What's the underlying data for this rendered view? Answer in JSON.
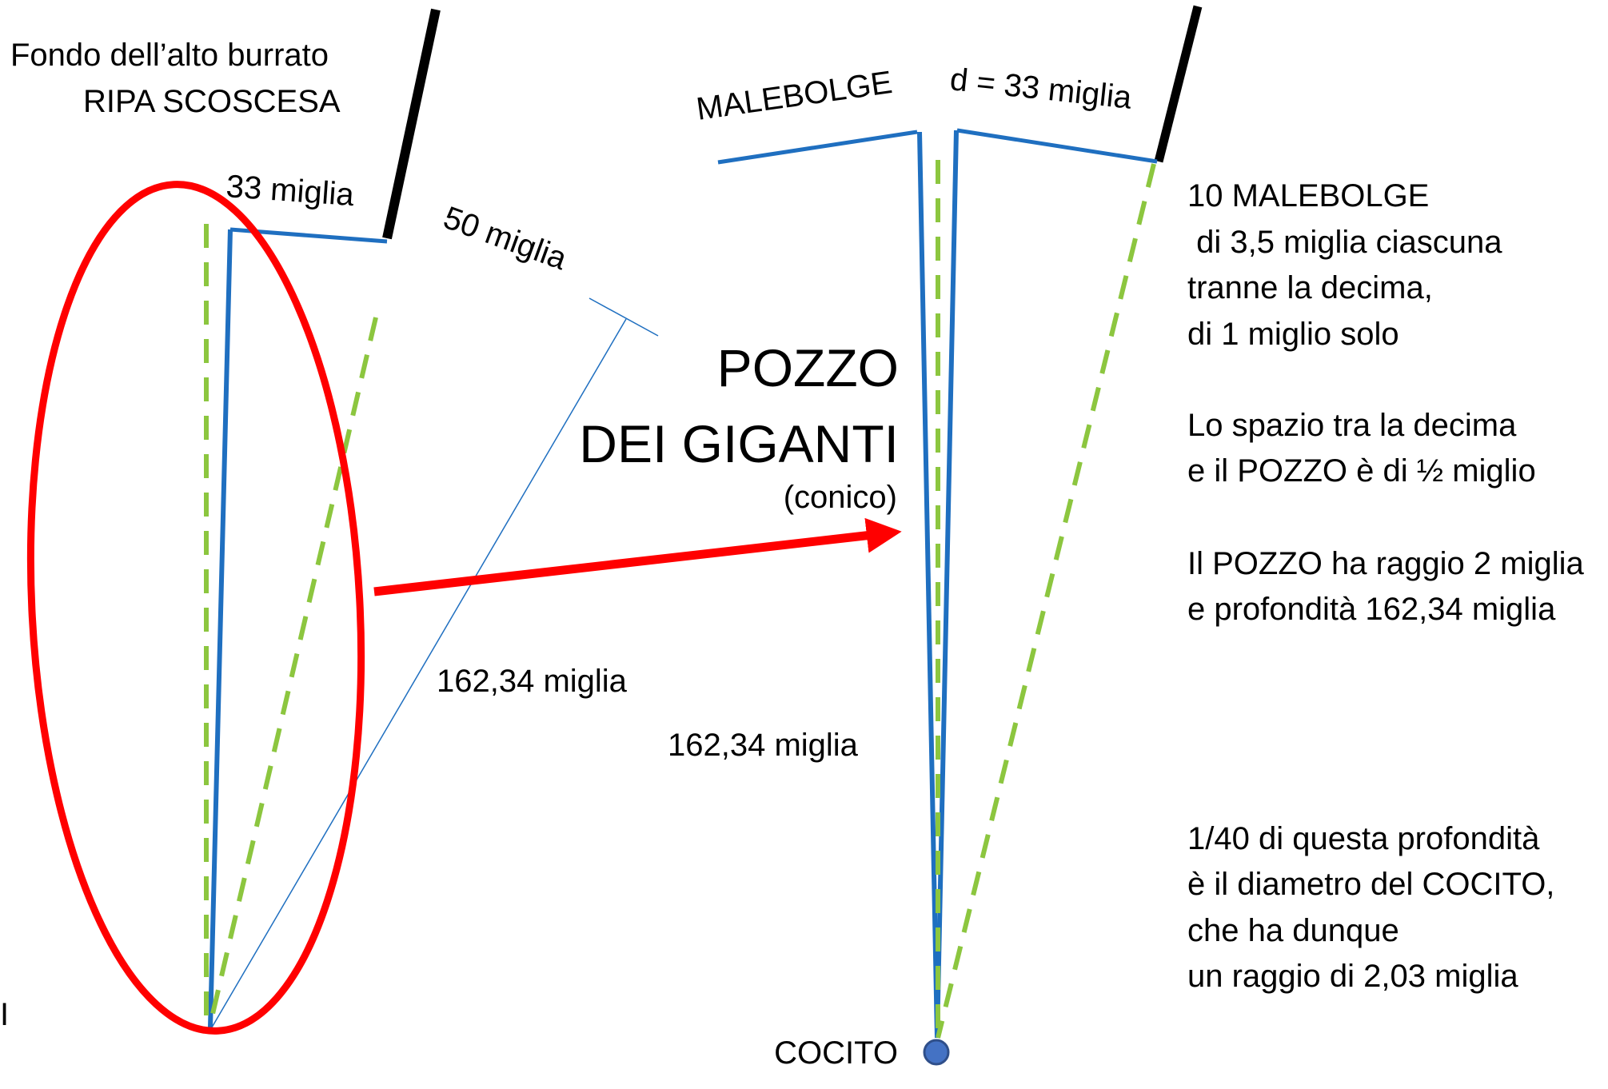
{
  "left_caption": {
    "line1": "Fondo dell’alto burrato",
    "line2": "RIPA SCOSCESA"
  },
  "left_labels": {
    "top_width": "33 miglia",
    "slant": "50 miglia",
    "depth": "162,34 miglia",
    "edge_mark": "I"
  },
  "well": {
    "malebolge": "MALEBOLGE",
    "diameter": "d = 33 miglia",
    "title_line1": "POZZO",
    "title_line2": "DEI GIGANTI",
    "title_line3": "(conico)",
    "depth": "162,34 miglia",
    "bottom": "COCITO"
  },
  "notes": [
    [
      "10 MALEBOLGE",
      " di 3,5 miglia ciascuna",
      "tranne la decima,",
      "di 1 miglio solo"
    ],
    [
      "Lo spazio tra la decima",
      "e il POZZO è di ½ miglio"
    ],
    [
      "Il POZZO ha raggio 2 miglia",
      "e profondità 162,34 miglia"
    ],
    [
      "1/40 di questa profondità",
      "è il diametro del COCITO,",
      "che ha dunque",
      "un raggio di 2,03 miglia"
    ]
  ],
  "colors": {
    "blue_line": "#1f6fc0",
    "green_dash": "#8cc63f",
    "highlight_red": "#ff0000",
    "cocito_dot": "#4472c4",
    "black_wall": "#000000"
  }
}
